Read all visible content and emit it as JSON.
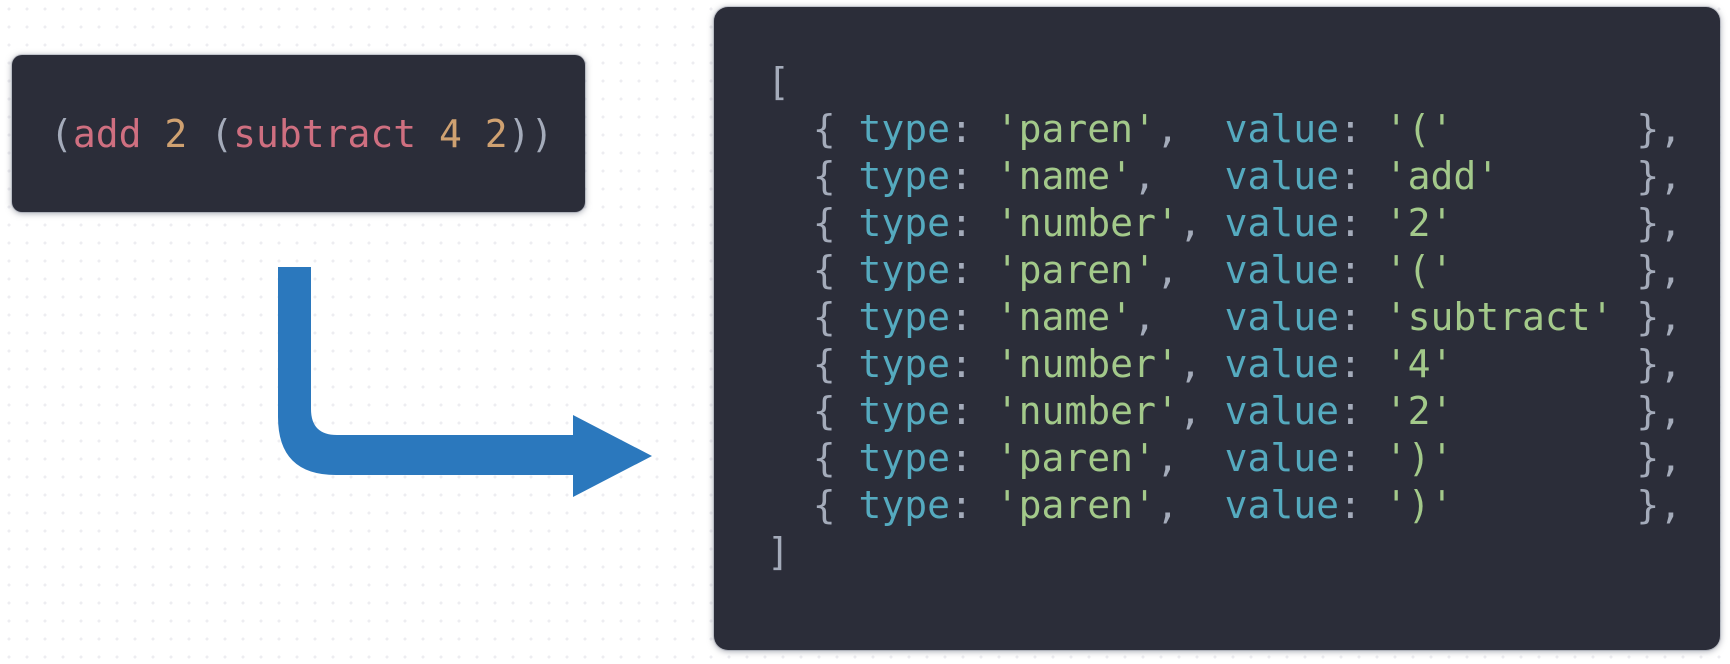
{
  "colors": {
    "background": "#ffffff",
    "panel_bg": "#2b2d39",
    "punct": "#a4abba",
    "key": "#55aabf",
    "string": "#a3c98a",
    "name": "#cf6f80",
    "number": "#cfa171",
    "arrow": "#2b78bd"
  },
  "source_panel": {
    "segments": [
      {
        "t": "(",
        "r": "punct"
      },
      {
        "t": "add",
        "r": "name"
      },
      {
        "t": " ",
        "r": "punct"
      },
      {
        "t": "2",
        "r": "number"
      },
      {
        "t": " ",
        "r": "punct"
      },
      {
        "t": "(",
        "r": "punct"
      },
      {
        "t": "subtract",
        "r": "name"
      },
      {
        "t": " ",
        "r": "punct"
      },
      {
        "t": "4",
        "r": "number"
      },
      {
        "t": " ",
        "r": "punct"
      },
      {
        "t": "2",
        "r": "number"
      },
      {
        "t": "))",
        "r": "punct"
      }
    ]
  },
  "arrow": {
    "shape": "down-then-right"
  },
  "tokens_panel": {
    "lines": [
      [
        {
          "t": "[",
          "r": "punct"
        }
      ],
      [
        {
          "t": "  { ",
          "r": "punct"
        },
        {
          "t": "type",
          "r": "key"
        },
        {
          "t": ": ",
          "r": "punct"
        },
        {
          "t": "'paren'",
          "r": "string"
        },
        {
          "t": ",  ",
          "r": "punct"
        },
        {
          "t": "value",
          "r": "key"
        },
        {
          "t": ": ",
          "r": "punct"
        },
        {
          "t": "'('",
          "r": "string"
        },
        {
          "t": "        ",
          "r": "punct"
        },
        {
          "t": "},",
          "r": "punct"
        }
      ],
      [
        {
          "t": "  { ",
          "r": "punct"
        },
        {
          "t": "type",
          "r": "key"
        },
        {
          "t": ": ",
          "r": "punct"
        },
        {
          "t": "'name'",
          "r": "string"
        },
        {
          "t": ",   ",
          "r": "punct"
        },
        {
          "t": "value",
          "r": "key"
        },
        {
          "t": ": ",
          "r": "punct"
        },
        {
          "t": "'add'",
          "r": "string"
        },
        {
          "t": "      ",
          "r": "punct"
        },
        {
          "t": "},",
          "r": "punct"
        }
      ],
      [
        {
          "t": "  { ",
          "r": "punct"
        },
        {
          "t": "type",
          "r": "key"
        },
        {
          "t": ": ",
          "r": "punct"
        },
        {
          "t": "'number'",
          "r": "string"
        },
        {
          "t": ", ",
          "r": "punct"
        },
        {
          "t": "value",
          "r": "key"
        },
        {
          "t": ": ",
          "r": "punct"
        },
        {
          "t": "'2'",
          "r": "string"
        },
        {
          "t": "        ",
          "r": "punct"
        },
        {
          "t": "},",
          "r": "punct"
        }
      ],
      [
        {
          "t": "  { ",
          "r": "punct"
        },
        {
          "t": "type",
          "r": "key"
        },
        {
          "t": ": ",
          "r": "punct"
        },
        {
          "t": "'paren'",
          "r": "string"
        },
        {
          "t": ",  ",
          "r": "punct"
        },
        {
          "t": "value",
          "r": "key"
        },
        {
          "t": ": ",
          "r": "punct"
        },
        {
          "t": "'('",
          "r": "string"
        },
        {
          "t": "        ",
          "r": "punct"
        },
        {
          "t": "},",
          "r": "punct"
        }
      ],
      [
        {
          "t": "  { ",
          "r": "punct"
        },
        {
          "t": "type",
          "r": "key"
        },
        {
          "t": ": ",
          "r": "punct"
        },
        {
          "t": "'name'",
          "r": "string"
        },
        {
          "t": ",   ",
          "r": "punct"
        },
        {
          "t": "value",
          "r": "key"
        },
        {
          "t": ": ",
          "r": "punct"
        },
        {
          "t": "'subtract'",
          "r": "string"
        },
        {
          "t": " ",
          "r": "punct"
        },
        {
          "t": "},",
          "r": "punct"
        }
      ],
      [
        {
          "t": "  { ",
          "r": "punct"
        },
        {
          "t": "type",
          "r": "key"
        },
        {
          "t": ": ",
          "r": "punct"
        },
        {
          "t": "'number'",
          "r": "string"
        },
        {
          "t": ", ",
          "r": "punct"
        },
        {
          "t": "value",
          "r": "key"
        },
        {
          "t": ": ",
          "r": "punct"
        },
        {
          "t": "'4'",
          "r": "string"
        },
        {
          "t": "        ",
          "r": "punct"
        },
        {
          "t": "},",
          "r": "punct"
        }
      ],
      [
        {
          "t": "  { ",
          "r": "punct"
        },
        {
          "t": "type",
          "r": "key"
        },
        {
          "t": ": ",
          "r": "punct"
        },
        {
          "t": "'number'",
          "r": "string"
        },
        {
          "t": ", ",
          "r": "punct"
        },
        {
          "t": "value",
          "r": "key"
        },
        {
          "t": ": ",
          "r": "punct"
        },
        {
          "t": "'2'",
          "r": "string"
        },
        {
          "t": "        ",
          "r": "punct"
        },
        {
          "t": "},",
          "r": "punct"
        }
      ],
      [
        {
          "t": "  { ",
          "r": "punct"
        },
        {
          "t": "type",
          "r": "key"
        },
        {
          "t": ": ",
          "r": "punct"
        },
        {
          "t": "'paren'",
          "r": "string"
        },
        {
          "t": ",  ",
          "r": "punct"
        },
        {
          "t": "value",
          "r": "key"
        },
        {
          "t": ": ",
          "r": "punct"
        },
        {
          "t": "')'",
          "r": "string"
        },
        {
          "t": "        ",
          "r": "punct"
        },
        {
          "t": "},",
          "r": "punct"
        }
      ],
      [
        {
          "t": "  { ",
          "r": "punct"
        },
        {
          "t": "type",
          "r": "key"
        },
        {
          "t": ": ",
          "r": "punct"
        },
        {
          "t": "'paren'",
          "r": "string"
        },
        {
          "t": ",  ",
          "r": "punct"
        },
        {
          "t": "value",
          "r": "key"
        },
        {
          "t": ": ",
          "r": "punct"
        },
        {
          "t": "')'",
          "r": "string"
        },
        {
          "t": "        ",
          "r": "punct"
        },
        {
          "t": "},",
          "r": "punct"
        }
      ],
      [
        {
          "t": "]",
          "r": "punct"
        }
      ]
    ]
  }
}
